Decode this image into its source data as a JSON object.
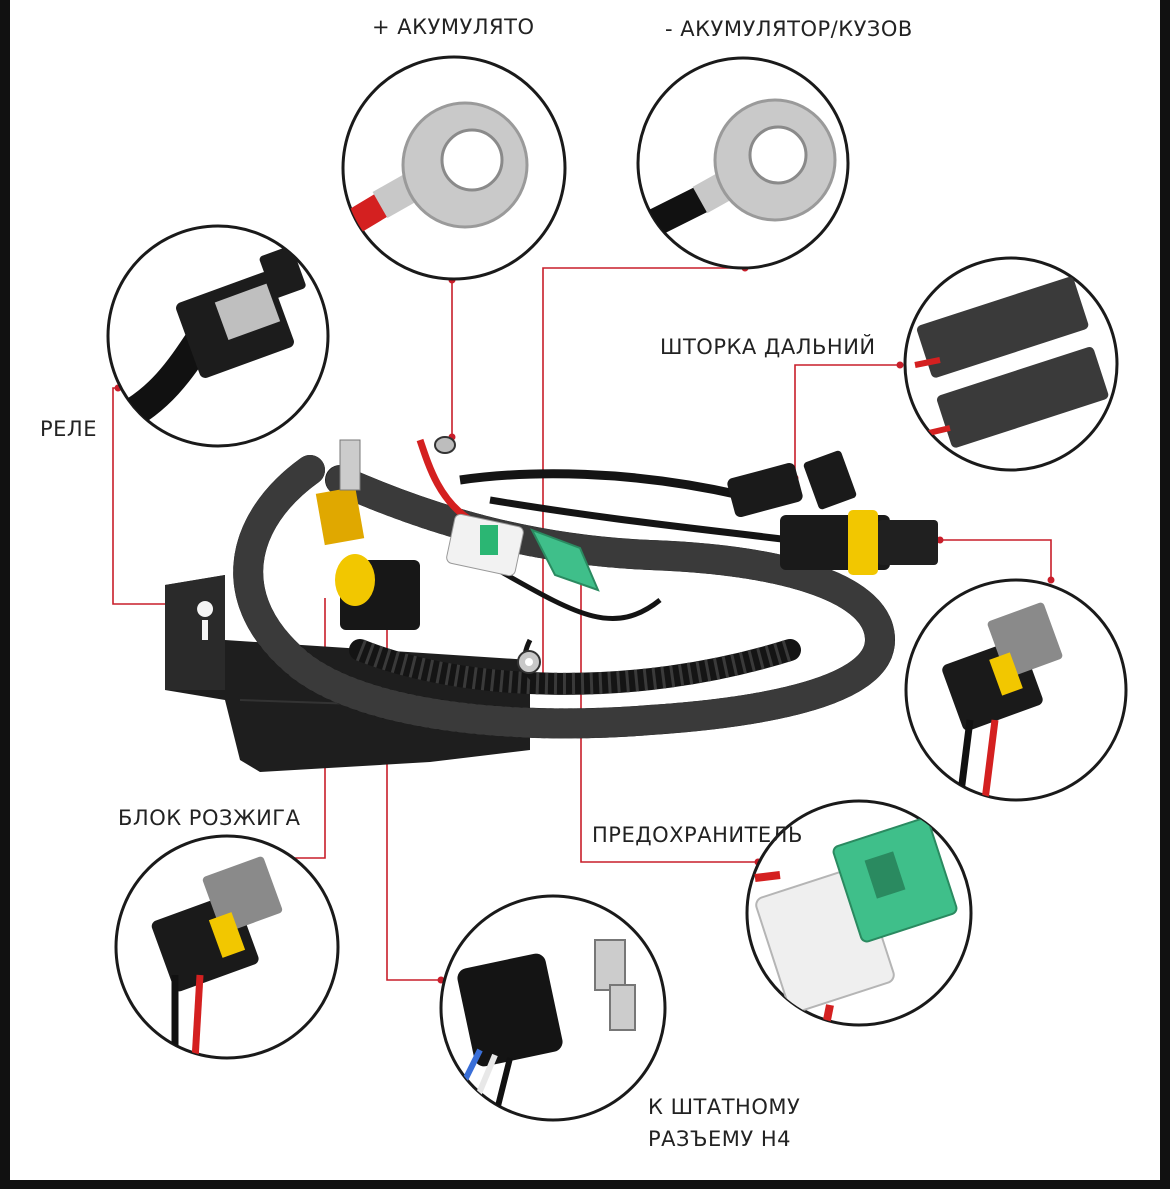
{
  "labels": {
    "battery_plus": "+ АКУМУЛЯТО",
    "battery_minus": "- АКУМУЛЯТОР/КУЗОВ",
    "relay": "РЕЛЕ",
    "shutter_high": "ШТОРКА ДАЛЬНИЙ",
    "ignition_block": "БЛОК РОЗЖИГА",
    "fuse": "ПРЕДОХРАНИТЕЛЬ",
    "h4_line1": "К ШТАТНОМУ",
    "h4_line2": "РАЗЪЕМУ Н4"
  },
  "colors": {
    "leader_line": "#c81e2a",
    "harness": "#151515",
    "red_wire": "#d42020",
    "connector_yellow": "#f2c700",
    "fuse_green": "#3fbf8a"
  },
  "icons": [
    "ring-terminal-red-icon",
    "ring-terminal-black-icon",
    "relay-icon",
    "double-connector-icon",
    "socket-connector-icon",
    "fuse-icon",
    "h4-plug-icon"
  ]
}
